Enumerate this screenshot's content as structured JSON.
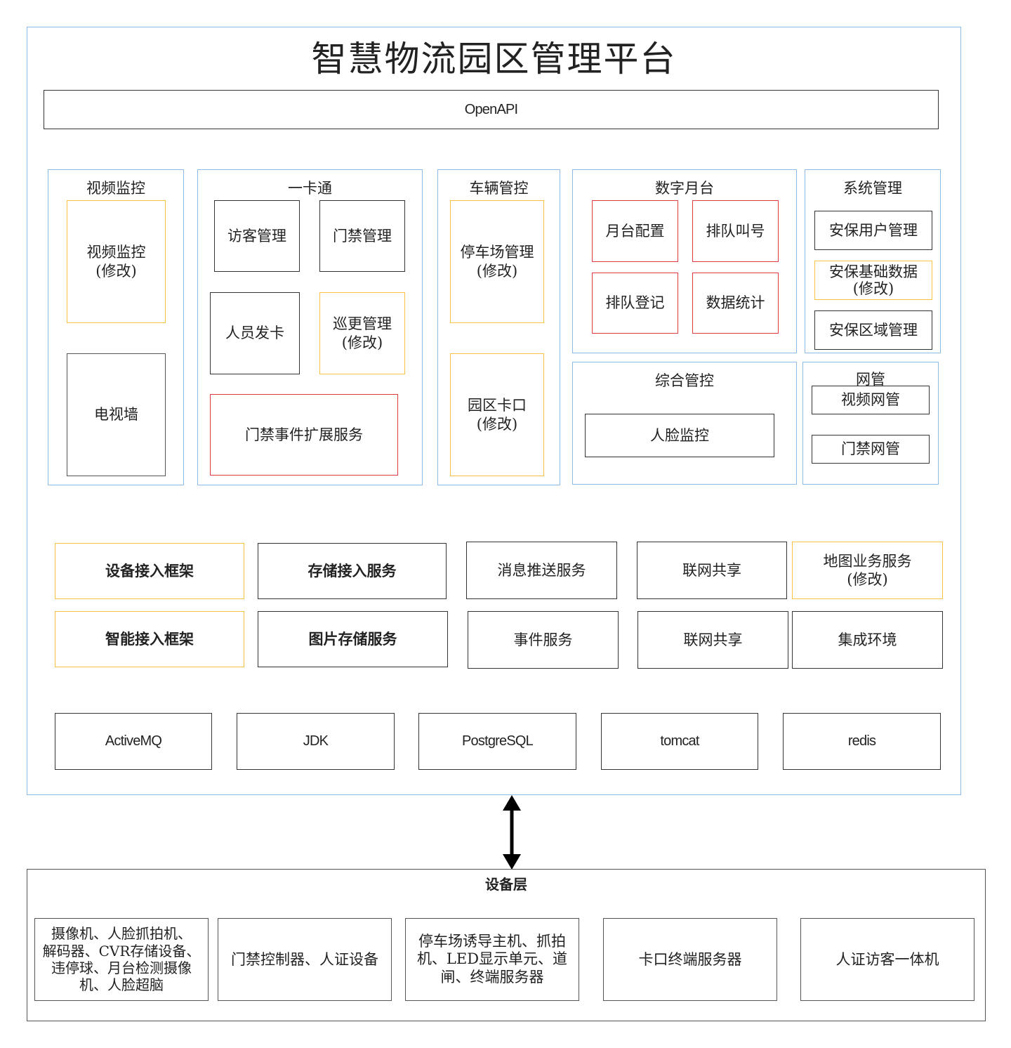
{
  "platform": {
    "title": "智慧物流园区管理平台",
    "openapi": "OpenAPI"
  },
  "groups": {
    "video": {
      "title": "视频监控",
      "item1": "视频监控\n(修改)",
      "item2": "电视墙"
    },
    "card": {
      "title": "一卡通",
      "visitor": "访客管理",
      "door": "门禁管理",
      "issue": "人员发卡",
      "patrol": "巡更管理\n(修改)",
      "event_ext": "门禁事件扩展服务"
    },
    "vehicle": {
      "title": "车辆管控",
      "parking": "停车场管理\n(修改)",
      "gate": "园区卡口\n(修改)"
    },
    "dock": {
      "title": "数字月台",
      "config": "月台配置",
      "queue_call": "排队叫号",
      "queue_reg": "排队登记",
      "stats": "数据统计"
    },
    "system": {
      "title": "系统管理",
      "users": "安保用户管理",
      "basic": "安保基础数据\n(修改)",
      "area": "安保区域管理"
    },
    "integrated": {
      "title": "综合管控",
      "face": "人脸监控"
    },
    "network": {
      "title": "网管",
      "video_nm": "视频网管",
      "door_nm": "门禁网管"
    }
  },
  "services": {
    "row1": [
      "设备接入框架",
      "存储接入服务",
      "消息推送服务",
      "联网共享",
      "地图业务服务\n(修改)"
    ],
    "row2": [
      "智能接入框架",
      "图片存储服务",
      "事件服务",
      "联网共享",
      "集成环境"
    ]
  },
  "infra": [
    "ActiveMQ",
    "JDK",
    "PostgreSQL",
    "tomcat",
    "redis"
  ],
  "device_layer": {
    "title": "设备层",
    "items": [
      "摄像机、人脸抓拍机、\n解码器、CVR存储设备、\n违停球、月台检测摄像\n机、人脸超脑",
      "门禁控制器、人证设备",
      "停车场诱导主机、抓拍\n机、LED显示单元、道\n闸、终端服务器",
      "卡口终端服务器",
      "人证访客一体机"
    ]
  },
  "colors": {
    "frame_blue": "#8dbbe6",
    "modified_orange": "#f5c242",
    "new_red": "#e0393e",
    "existing_black": "#333333"
  }
}
